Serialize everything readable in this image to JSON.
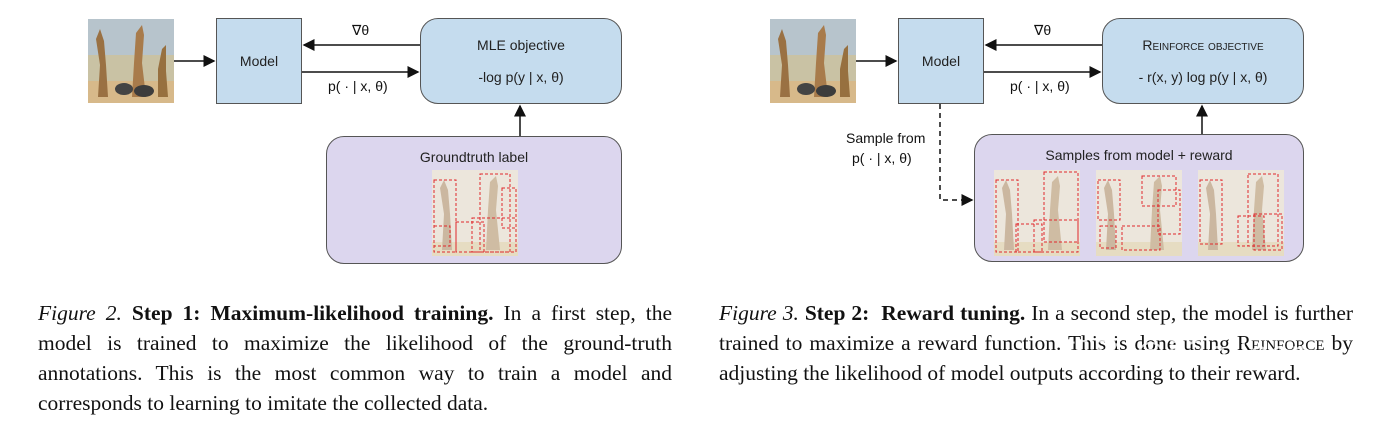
{
  "figure2": {
    "model_label": "Model",
    "grad_label": "∇θ",
    "forward_label": "p( · | x, θ)",
    "objective_title": "MLE objective",
    "objective_formula": "-log p(y | x, θ)",
    "groundtruth_title": "Groundtruth label",
    "caption": {
      "fig_label": "Figure 2.",
      "bold": "Step 1: Maximum-likelihood training.",
      "text": "In a first step, the model is trained to maximize the likelihood of the ground-truth annotations. This is the most common way to train a model and corresponds to learning to imitate the collected data."
    }
  },
  "figure3": {
    "model_label": "Model",
    "grad_label": "∇θ",
    "forward_label": "p( · | x, θ)",
    "objective_title": "Reinforce objective",
    "objective_formula": "- r(x, y) log p(y | x, θ)",
    "sample_label_line1": "Sample from",
    "sample_label_line2": "p( · | x, θ)",
    "samples_title": "Samples from model + reward",
    "caption": {
      "fig_label": "Figure 3.",
      "bold": "Step 2:  Reward tuning.",
      "text_before": "In a second step, the model is further trained to maximize a reward function.  This is done using",
      "reinforce": "Reinforce",
      "text_after": "by adjusting the likelihood of model outputs according to their reward."
    }
  },
  "watermark": "知乎 @P2oileen",
  "colors": {
    "model_fill": "#c5dcee",
    "label_fill": "#dcd6ee",
    "bbox_red": "#e0282c"
  }
}
